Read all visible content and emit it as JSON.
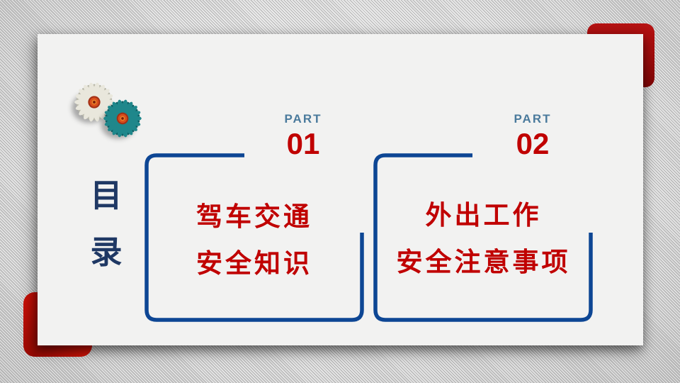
{
  "slide": {
    "vertical_title": {
      "chars": [
        "目",
        "录"
      ]
    },
    "toc_items": [
      {
        "part_label": "PART",
        "number": "01",
        "title_lines": [
          "驾车交通",
          "安全知识"
        ]
      },
      {
        "part_label": "PART",
        "number": "02",
        "title_lines": [
          "外出工作",
          "安全注意事项"
        ]
      }
    ],
    "colors": {
      "title_navy": "#1f3864",
      "part_label_blue": "#4a7a9c",
      "number_red": "#c00000",
      "box_title_red": "#c00000",
      "box_border_blue": "#0d4694",
      "corner_red_top": "#a30d0d",
      "corner_red_bottom": "#c81007",
      "card_white": "#f2f2f1",
      "background_gray": "#d7d7d7"
    },
    "decorations": {
      "flowers": [
        "white-daisy",
        "teal-daisy"
      ]
    }
  }
}
